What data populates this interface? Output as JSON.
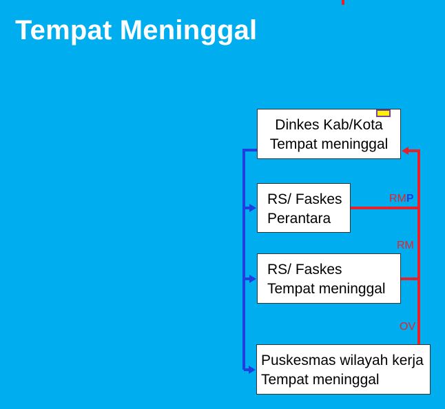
{
  "title": "Tempat Meninggal",
  "colors": {
    "background": "#00AEEF",
    "title": "#FFFFFF",
    "blue_flow": "#1F3FE0",
    "red_flow": "#E8202A",
    "note_fill": "#FFF200",
    "note_border": "#7B3F9E"
  },
  "boxes": {
    "dinkes": {
      "line1": "Dinkes Kab/Kota",
      "line2": "Tempat meninggal"
    },
    "perantara": {
      "line1": "RS/ Faskes",
      "line2": "Perantara"
    },
    "rs_tempat": {
      "line1": "RS/ Faskes",
      "line2": "Tempat meninggal"
    },
    "puskesmas": {
      "line1": "Puskesmas wilayah kerja",
      "line2": "Tempat meninggal"
    }
  },
  "labels": {
    "rmp_prefix": "RM",
    "rmp_suffix": "P",
    "rm": "RM",
    "ov": "OV"
  }
}
